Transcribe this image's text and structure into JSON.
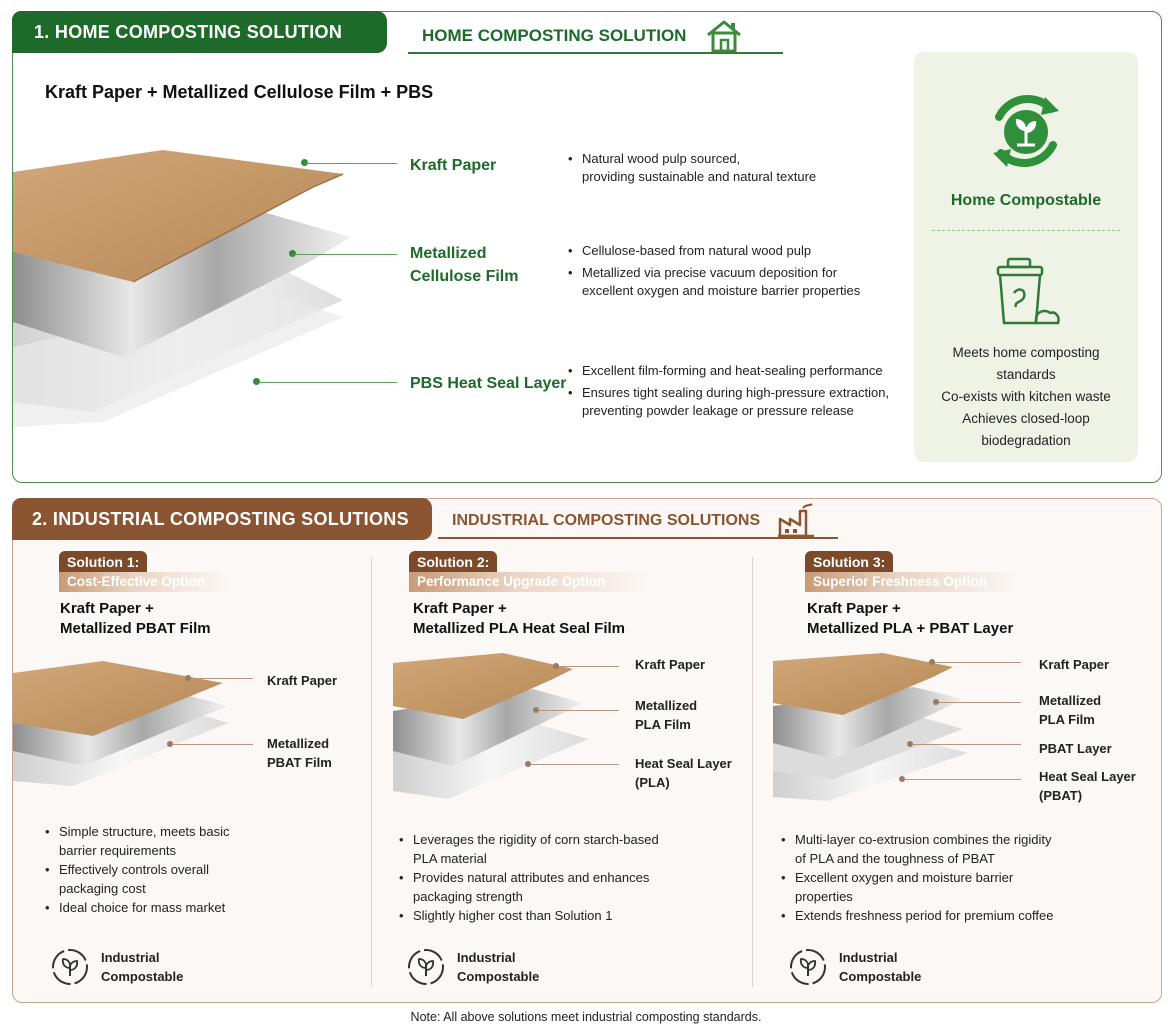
{
  "home": {
    "tab": "1. HOME COMPOSTING SOLUTION",
    "subtitle": "HOME COMPOSTING SOLUTION",
    "structure_title": "Kraft Paper + Metallized Cellulose Film + PBS",
    "layers": [
      {
        "label": "Kraft Paper",
        "bullets": [
          "Natural wood pulp sourced,\nproviding sustainable and natural texture"
        ]
      },
      {
        "label": "Metallized\nCellulose Film",
        "bullets": [
          "Cellulose-based from natural wood pulp",
          "Metallized via precise vacuum deposition for\nexcellent oxygen and moisture barrier properties"
        ]
      },
      {
        "label": "PBS Heat Seal Layer",
        "bullets": [
          "Excellent film-forming and heat-sealing performance",
          "Ensures tight sealing during high-pressure extraction,\npreventing powder leakage or pressure release"
        ]
      }
    ],
    "panel": {
      "title": "Home Compostable",
      "text": "Meets home composting\nstandards\nCo-exists with kitchen waste\nAchieves closed-loop\nbiodegradation",
      "icons": [
        "recycle-leaf-icon",
        "compost-bin-icon"
      ]
    }
  },
  "industrial": {
    "tab": "2. INDUSTRIAL COMPOSTING SOLUTIONS",
    "subtitle": "INDUSTRIAL COMPOSTING SOLUTIONS",
    "solutions": [
      {
        "badge": "Solution 1:",
        "option": "Cost-Effective Option",
        "title": "Kraft Paper +\nMetallized PBAT Film",
        "layers": [
          "Kraft Paper",
          "Metallized\nPBAT Film"
        ],
        "bullets": [
          "Simple structure, meets basic\nbarrier requirements",
          "Effectively controls overall\npackaging cost",
          "Ideal choice for mass market"
        ],
        "cert": "Industrial\nCompostable"
      },
      {
        "badge": "Solution 2:",
        "option": "Performance Upgrade Option",
        "title": "Kraft Paper +\nMetallized PLA Heat Seal Film",
        "layers": [
          "Kraft Paper",
          "Metallized\nPLA Film",
          "Heat Seal Layer\n(PLA)"
        ],
        "bullets": [
          "Leverages the rigidity of corn starch-based\nPLA material",
          "Provides natural attributes and enhances\npackaging strength",
          "Slightly higher cost than Solution 1"
        ],
        "cert": "Industrial\nCompostable"
      },
      {
        "badge": "Solution 3:",
        "option": "Superior Freshness Option",
        "title": "Kraft Paper +\nMetallized PLA + PBAT Layer",
        "layers": [
          "Kraft Paper",
          "Metallized\nPLA Film",
          "PBAT Layer",
          "Heat Seal Layer\n(PBAT)"
        ],
        "bullets": [
          "Multi-layer co-extrusion combines the rigidity\nof PLA and the toughness of PBAT",
          "Excellent oxygen and moisture barrier\nproperties",
          "Extends freshness period for premium coffee"
        ],
        "cert": "Industrial\nCompostable"
      }
    ]
  },
  "note": "Note: All above solutions meet industrial composting standards.",
  "colors": {
    "home_green": "#1d6a2a",
    "industrial_brown": "#8a5530",
    "kraft": "#c49a6c",
    "panel_bg": "#eef3e6"
  }
}
